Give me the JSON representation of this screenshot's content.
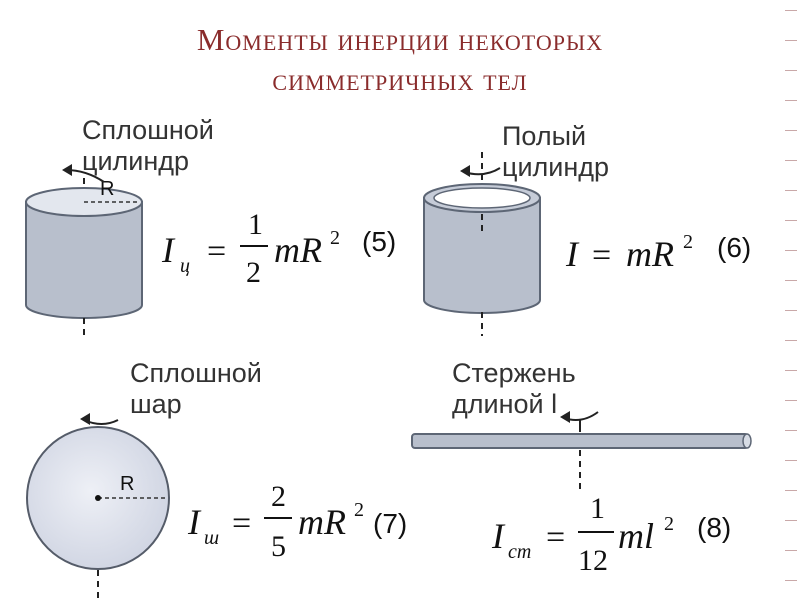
{
  "title": {
    "line1": "Моменты инерции некоторых",
    "line2": "симметричных тел"
  },
  "solid_cylinder": {
    "label_line1": "Сплошной",
    "label_line2": "цилиндр",
    "radius_label": "R",
    "formula_lhs": "I",
    "formula_sub": "ц",
    "formula_num": "1",
    "formula_den": "2",
    "formula_rhs": "mR",
    "formula_exp": "2",
    "eq_number": "(5)"
  },
  "hollow_cylinder": {
    "label_line1": "Полый",
    "label_line2": "цилиндр",
    "formula_lhs": "I",
    "formula_rhs": "mR",
    "formula_exp": "2",
    "eq_number": "(6)"
  },
  "solid_sphere": {
    "label_line1": "Сплошной",
    "label_line2": "шар",
    "radius_label": "R",
    "formula_lhs": "I",
    "formula_sub": "ш",
    "formula_num": "2",
    "formula_den": "5",
    "formula_rhs": "mR",
    "formula_exp": "2",
    "eq_number": "(7)"
  },
  "rod": {
    "label_line1": "Стержень",
    "label_line2": "длиной l",
    "formula_lhs": "I",
    "formula_sub": "ст",
    "formula_num": "1",
    "formula_den": "12",
    "formula_rhs": "ml",
    "formula_exp": "2",
    "eq_number": "(8)"
  },
  "colors": {
    "title": "#8a2c2c",
    "body_fill": "#b8bfcc",
    "body_top": "#e3e7ee",
    "sphere_fill": "#dfe3ee"
  }
}
